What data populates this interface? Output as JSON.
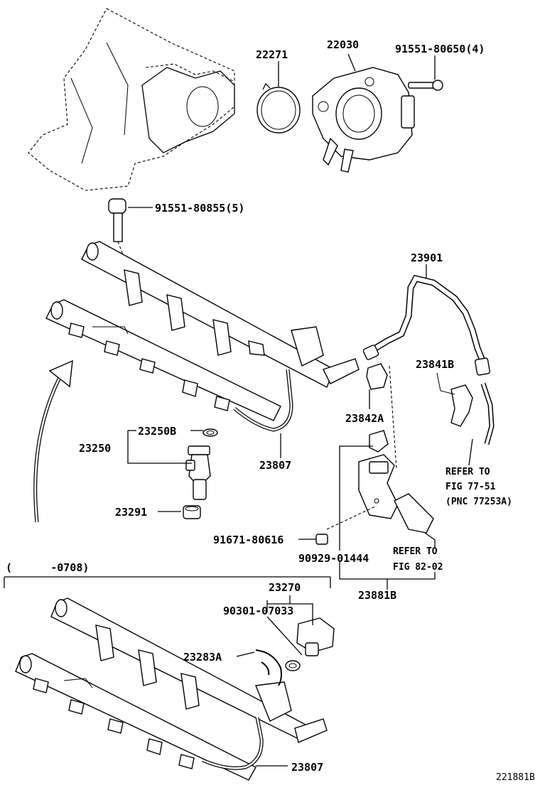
{
  "labels": {
    "p22271": "22271",
    "p22030": "22030",
    "p91551_80650": "91551-80650(4)",
    "p91551_80855": "91551-80855(5)",
    "p23901": "23901",
    "p23841B": "23841B",
    "p23842A": "23842A",
    "p23250B": "23250B",
    "p23250": "23250",
    "p23291": "23291",
    "p23807_upper": "23807",
    "p91671_80616": "91671-80616",
    "p90929_01444": "90929-01444",
    "p23881B": "23881B",
    "refer_77_line1": "REFER TO",
    "refer_77_line2": "FIG 77-51",
    "refer_77_line3": "(PNC 77253A)",
    "refer_82_line1": "REFER TO",
    "refer_82_line2": "FIG 82-02",
    "date_range": "(      -0708)",
    "p23270": "23270",
    "p90301_07033": "90301-07033",
    "p23283A": "23283A",
    "p23807_lower": "23807",
    "figure_id": "221881B"
  }
}
